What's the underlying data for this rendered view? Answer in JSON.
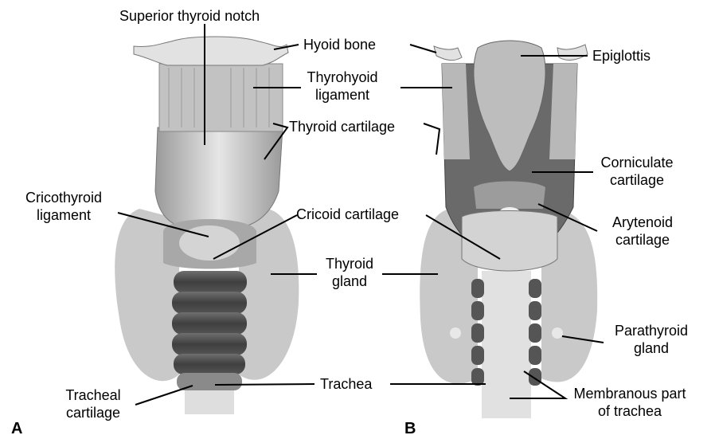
{
  "panels": {
    "a": "A",
    "b": "B"
  },
  "labels": {
    "superior_thyroid_notch": "Superior thyroid notch",
    "hyoid_bone": "Hyoid bone",
    "thyrohyoid_line1": "Thyrohyoid",
    "thyrohyoid_line2": "ligament",
    "thyroid_cartilage": "Thyroid cartilage",
    "cricothyroid_line1": "Cricothyroid",
    "cricothyroid_line2": "ligament",
    "cricoid_cartilage": "Cricoid cartilage",
    "thyroid_gland_line1": "Thyroid",
    "thyroid_gland_line2": "gland",
    "tracheal_line1": "Tracheal",
    "tracheal_line2": "cartilage",
    "trachea": "Trachea",
    "epiglottis": "Epiglottis",
    "corniculate_line1": "Corniculate",
    "corniculate_line2": "cartilage",
    "arytenoid_line1": "Arytenoid",
    "arytenoid_line2": "cartilage",
    "parathyroid_line1": "Parathyroid",
    "parathyroid_line2": "gland",
    "membranous_line1": "Membranous part",
    "membranous_line2": "of trachea"
  },
  "colors": {
    "gland": "#c4c4c4",
    "cartilage": "#dadada",
    "shadow": "#5a5a5a",
    "ring_dark": "#4a4a4a"
  }
}
